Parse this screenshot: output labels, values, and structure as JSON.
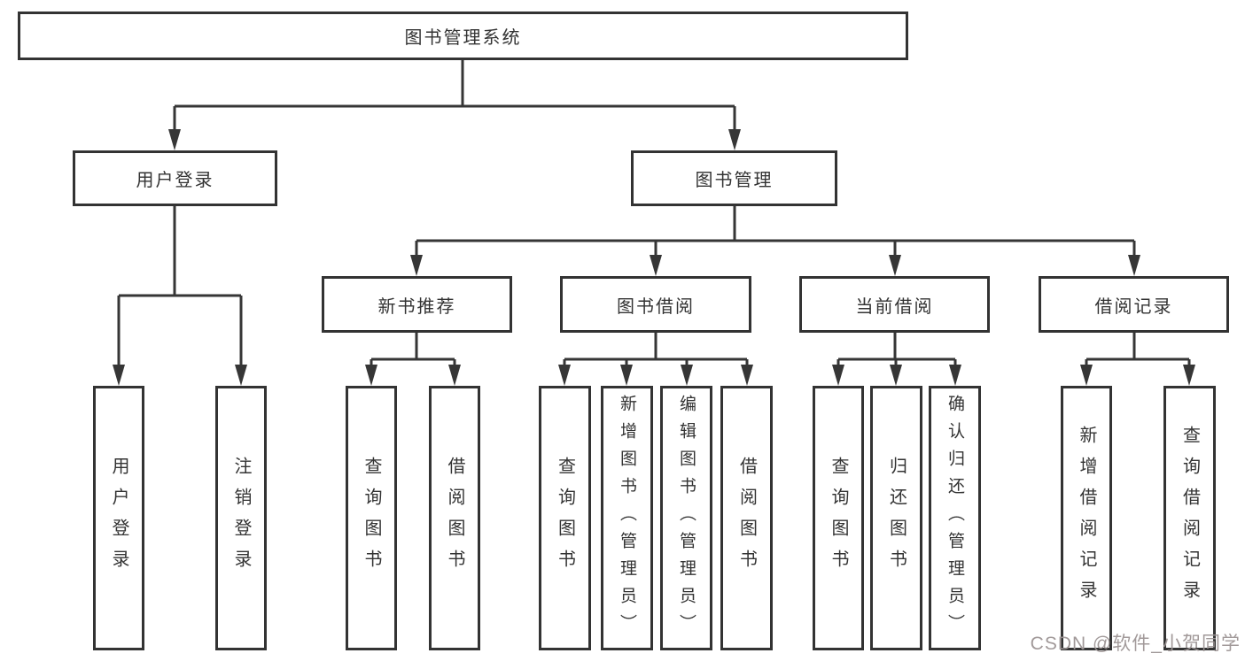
{
  "diagram_title": "图书管理系统",
  "tree": {
    "label": "图书管理系统",
    "children": [
      {
        "label": "用户登录",
        "children": [
          {
            "label": "用户登录"
          },
          {
            "label": "注销登录"
          }
        ]
      },
      {
        "label": "图书管理",
        "children": [
          {
            "label": "新书推荐",
            "children": [
              {
                "label": "查询图书"
              },
              {
                "label": "借阅图书"
              }
            ]
          },
          {
            "label": "图书借阅",
            "children": [
              {
                "label": "查询图书"
              },
              {
                "label": "新增图书（管理员）"
              },
              {
                "label": "编辑图书（管理员）"
              },
              {
                "label": "借阅图书"
              }
            ]
          },
          {
            "label": "当前借阅",
            "children": [
              {
                "label": "查询图书"
              },
              {
                "label": "归还图书"
              },
              {
                "label": "确认归还（管理员）"
              }
            ]
          },
          {
            "label": "借阅记录",
            "children": [
              {
                "label": "新增借阅记录"
              },
              {
                "label": "查询借阅记录"
              }
            ]
          }
        ]
      }
    ]
  },
  "watermark": {
    "text": "CSDN @软件_小贺同学"
  },
  "colors": {
    "line": "#363636",
    "box_border": "#333333",
    "text": "#333333",
    "watermark": "#9c9494",
    "background": "#ffffff"
  }
}
